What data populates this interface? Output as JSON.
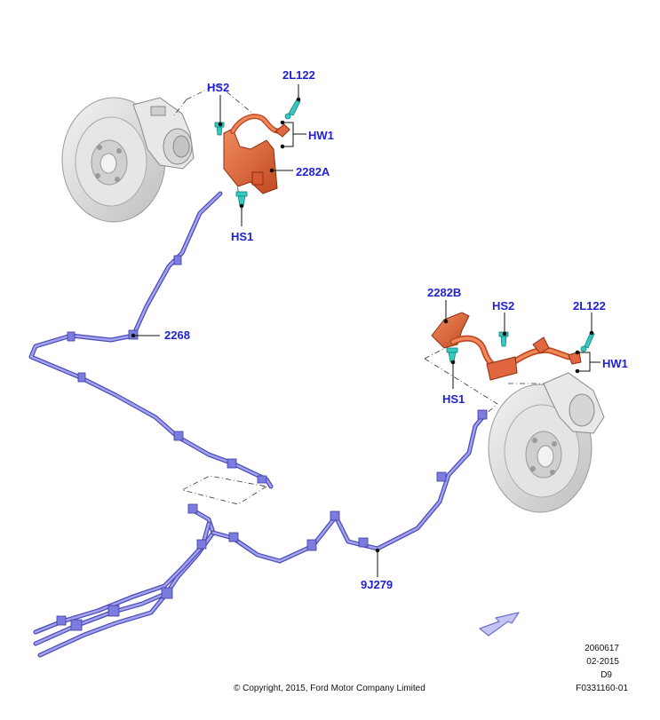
{
  "callouts": {
    "top_hs2": "HS2",
    "top_2l122": "2L122",
    "top_hw1": "HW1",
    "top_2282a": "2282A",
    "top_hs1": "HS1",
    "line_2268": "2268",
    "right_2282b": "2282B",
    "right_hs2": "HS2",
    "right_2l122": "2L122",
    "right_hw1": "HW1",
    "right_hs1": "HS1",
    "line_9j279": "9J279"
  },
  "footer": {
    "copyright": "© Copyright, 2015, Ford Motor Company Limited",
    "doc_number": "2060617",
    "date": "02-2015",
    "code": "D9",
    "figure_id": "F0331160-01"
  },
  "colors": {
    "callout_text": "#1f1fd6",
    "brake_line": "#7b7be0",
    "hose": "#e0673f",
    "clip": "#35c9c0",
    "disc": "#d9d9d9"
  }
}
